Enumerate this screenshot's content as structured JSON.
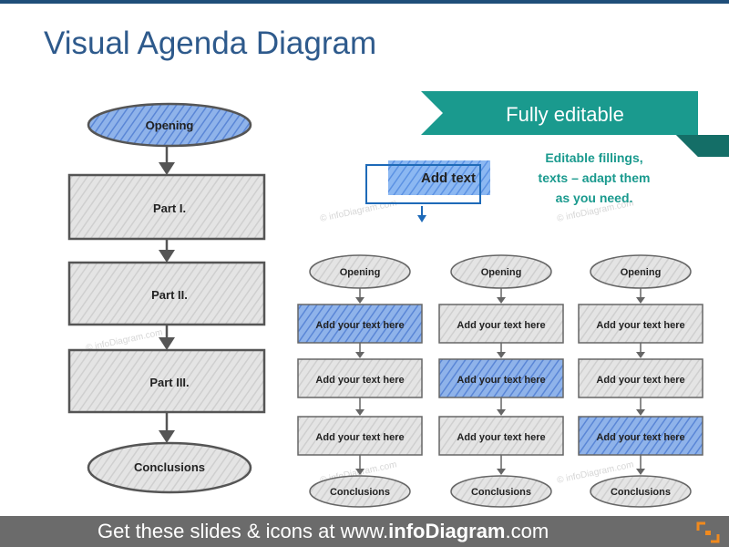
{
  "title": "Visual Agenda Diagram",
  "ribbon": {
    "label": "Fully editable"
  },
  "note": {
    "lines": [
      "Editable fillings,",
      "texts – adapt them",
      "as you need."
    ]
  },
  "sample": {
    "label": "Add text"
  },
  "main_flow": {
    "start": "Opening",
    "parts": [
      "Part I.",
      "Part II.",
      "Part III."
    ],
    "end": "Conclusions"
  },
  "small_flows": [
    {
      "start": "Opening",
      "steps": [
        "Add your text here",
        "Add your text here",
        "Add your text here"
      ],
      "end": "Conclusions",
      "highlight": 0
    },
    {
      "start": "Opening",
      "steps": [
        "Add your text here",
        "Add your text here",
        "Add your text here"
      ],
      "end": "Conclusions",
      "highlight": 1
    },
    {
      "start": "Opening",
      "steps": [
        "Add your text here",
        "Add your text here",
        "Add your text here"
      ],
      "end": "Conclusions",
      "highlight": 2
    }
  ],
  "watermark": "© infoDiagram.com",
  "footer": {
    "prefix": "Get these slides & icons at www.",
    "brand": "infoDiagram",
    "suffix": ".com"
  },
  "colors": {
    "accent_blue": "#6f9be0",
    "grey_fill": "#dcdcdc",
    "teal": "#1a9a8e",
    "teal_dark": "#146e67",
    "title_blue": "#2e5a8c",
    "footer_grey": "#6b6b6b"
  }
}
